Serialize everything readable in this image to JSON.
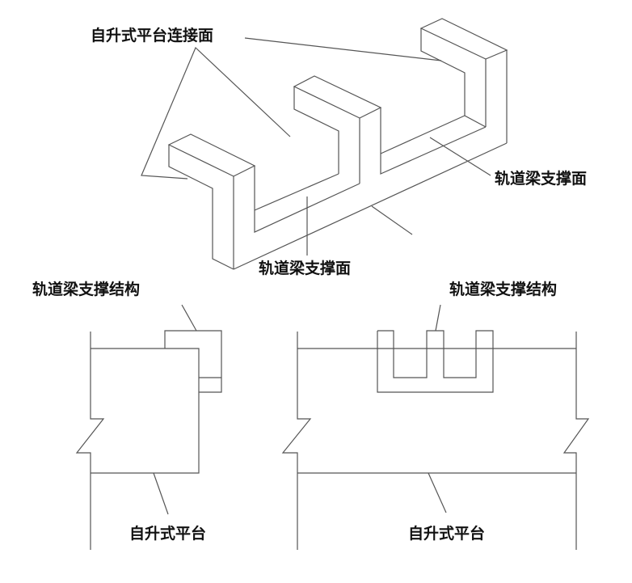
{
  "labels": {
    "platform_connection_face": "自升式平台连接面",
    "rail_beam_support_face_right": "轨道梁支撑面",
    "rail_beam_support_face_bottom": "轨道梁支撑面",
    "rail_beam_support_structure_left": "轨道梁支撑结构",
    "rail_beam_support_structure_right": "轨道梁支撑结构",
    "jackup_platform_left": "自升式平台",
    "jackup_platform_right": "自升式平台"
  }
}
